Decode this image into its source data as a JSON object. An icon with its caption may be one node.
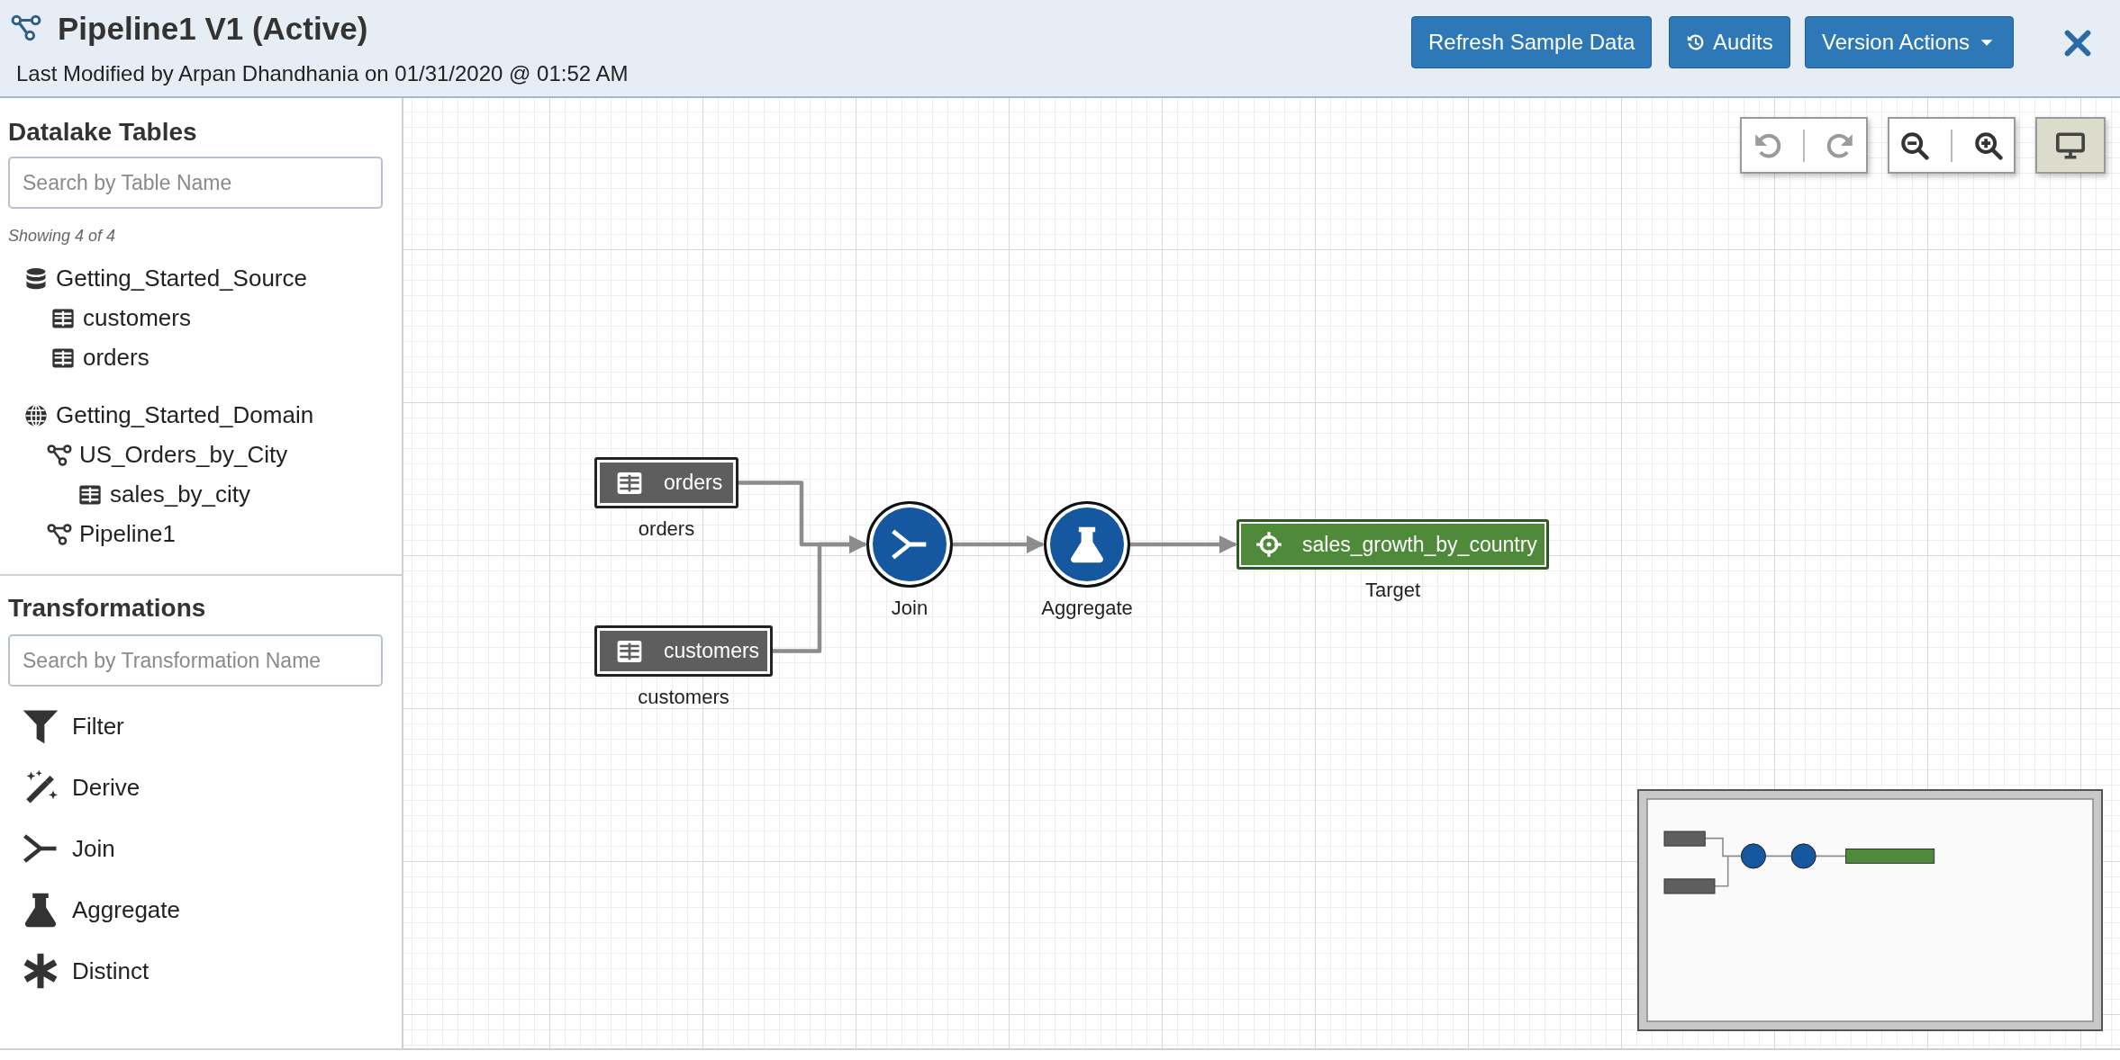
{
  "diagram": {
    "title": "Pipeline1 V1 (Active)",
    "nodes": [
      {
        "text": [
          "orders"
        ],
        "beside": [
          "orders"
        ]
      },
      {
        "text": [
          "customers"
        ],
        "beside": [
          "customers"
        ]
      },
      {
        "text": [],
        "shape": "circle",
        "beside": [
          "Join"
        ]
      },
      {
        "text": [],
        "shape": "circle",
        "beside": [
          "Aggregate"
        ]
      },
      {
        "text": [
          "sales_growth_by_country"
        ],
        "beside": [
          "Target"
        ]
      }
    ],
    "edges": [
      {
        "from": 0,
        "to": 2,
        "arrow": "to"
      },
      {
        "from": 1,
        "to": 2,
        "arrow": "to"
      },
      {
        "from": 2,
        "to": 3,
        "arrow": "to"
      },
      {
        "from": 3,
        "to": 4,
        "arrow": "to"
      }
    ],
    "labels": [
      "Last Modified by Arpan Dhandhania on 01/31/2020 @ 01:52 AM",
      "Refresh Sample Data",
      "Audits",
      "Version Actions",
      "Datalake Tables",
      "Search by Table Name",
      "Showing 4 of 4",
      "Getting_Started_Source",
      "customers",
      "orders",
      "Getting_Started_Domain",
      "US_Orders_by_City",
      "sales_by_city",
      "Pipeline1",
      "Transformations",
      "Search by Transformation Name",
      "Filter",
      "Derive",
      "Join",
      "Aggregate",
      "Distinct"
    ]
  }
}
